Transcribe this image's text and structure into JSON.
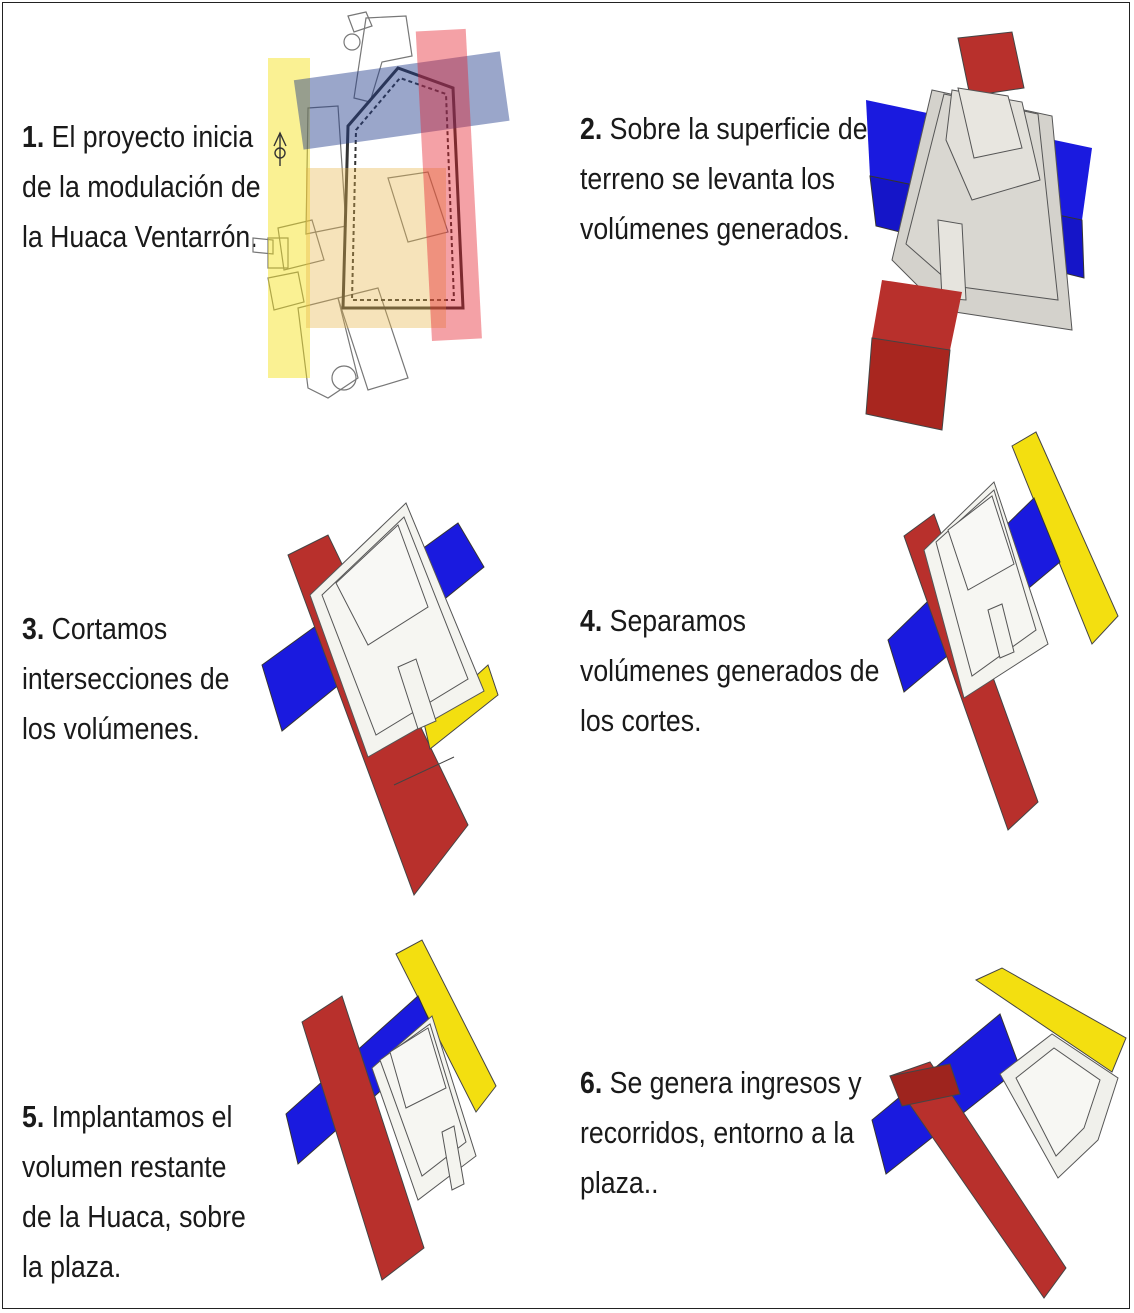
{
  "steps": [
    {
      "number": "1.",
      "lines": [
        "El proyecto inicia",
        "de la modulación de",
        "la Huaca Ventarrón."
      ]
    },
    {
      "number": "2.",
      "lines": [
        "Sobre la superficie del",
        "terreno se levanta los",
        "volúmenes generados."
      ]
    },
    {
      "number": "3.",
      "lines": [
        "Cortamos",
        "intersecciones de",
        "los volúmenes."
      ]
    },
    {
      "number": "4.",
      "lines": [
        "Separamos",
        "volúmenes generados de",
        "los cortes."
      ]
    },
    {
      "number": "5.",
      "lines": [
        "Implantamos el",
        "volumen restante",
        "de la Huaca, sobre",
        "la plaza."
      ]
    },
    {
      "number": "6.",
      "lines": [
        "Se genera ingresos y",
        "recorridos, entorno a la",
        "plaza.."
      ]
    }
  ],
  "colors": {
    "red": "#b8302c",
    "blue": "#1a1adf",
    "yellow": "#f3df10",
    "white_block": "#f4f4ef",
    "grey_block": "#d4d2cc",
    "outline": "#444444"
  }
}
